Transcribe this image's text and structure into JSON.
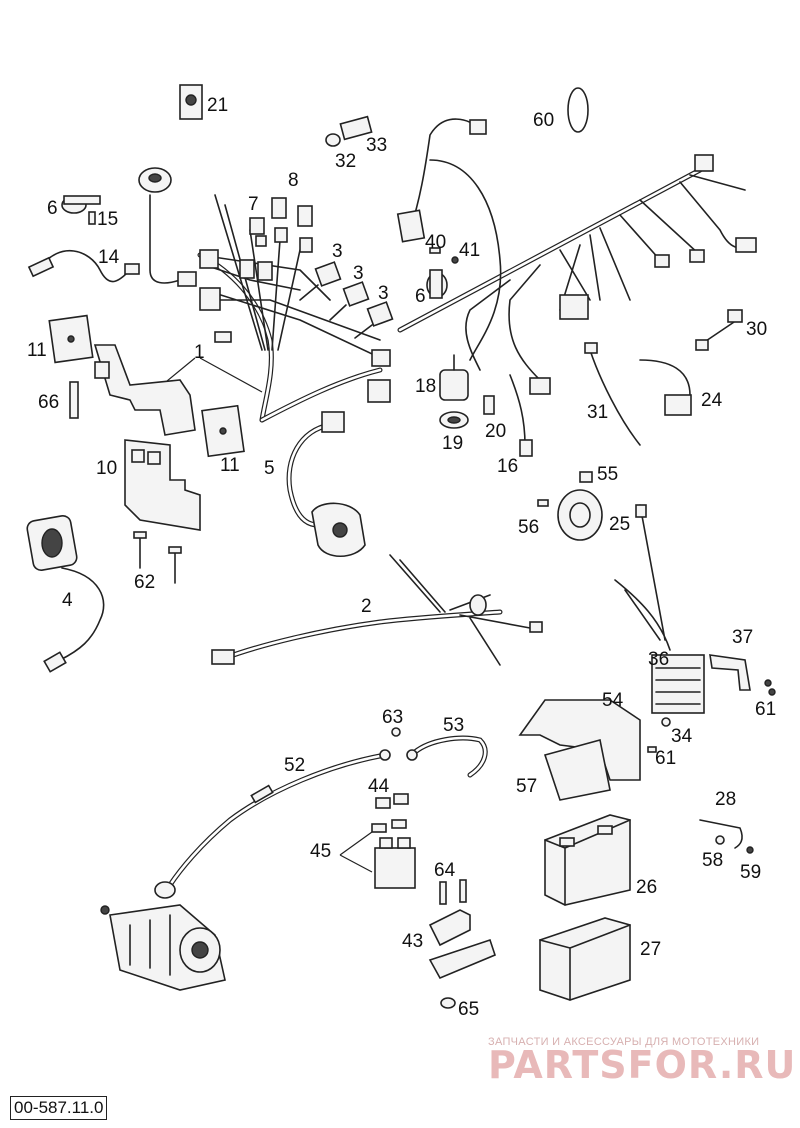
{
  "diagram": {
    "code": "00-587.11.0",
    "callouts": [
      "1",
      "2",
      "3",
      "3",
      "3",
      "4",
      "5",
      "6",
      "6",
      "7",
      "8",
      "10",
      "11",
      "11",
      "14",
      "15",
      "16",
      "18",
      "19",
      "20",
      "21",
      "24",
      "25",
      "26",
      "27",
      "28",
      "30",
      "31",
      "32",
      "33",
      "34",
      "36",
      "37",
      "40",
      "41",
      "43",
      "44",
      "45",
      "52",
      "53",
      "54",
      "55",
      "56",
      "57",
      "58",
      "59",
      "60",
      "61",
      "61",
      "62",
      "63",
      "64",
      "65",
      "66"
    ]
  },
  "watermark": {
    "tagline": "ЗАПЧАСТИ И АКСЕССУАРЫ ДЛЯ МОТОТЕХНИКИ",
    "brand": "PARTSFOR.RU"
  }
}
